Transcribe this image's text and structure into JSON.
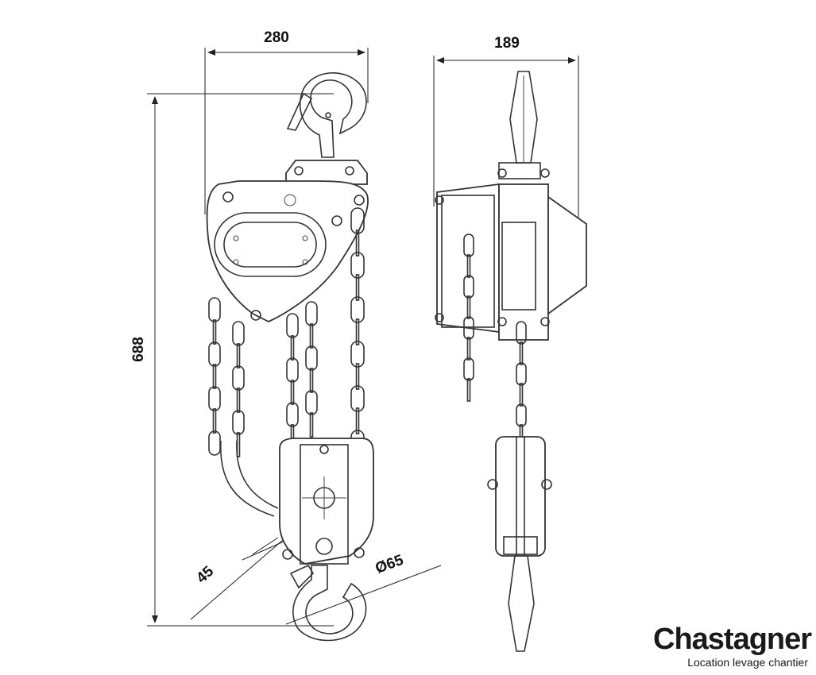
{
  "dimensions": {
    "width_top": "280",
    "depth_top": "189",
    "height_left": "688",
    "hook_opening": "45",
    "hook_diameter": "Ø65"
  },
  "brand": {
    "name": "Chastagner",
    "tagline_left": "Location levage",
    "tagline_right": "chantier",
    "accent_color": "#d9261c"
  }
}
